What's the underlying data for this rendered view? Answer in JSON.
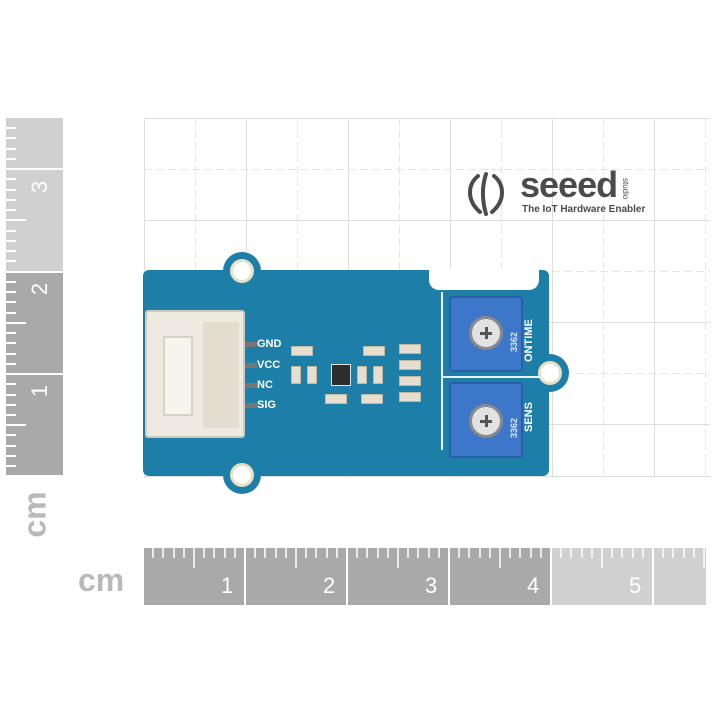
{
  "logo": {
    "brand": "seeed",
    "sub": "studio",
    "tagline": "The IoT Hardware Enabler",
    "color": "#4b4b4b"
  },
  "board": {
    "pins": [
      "GND",
      "VCC",
      "NC",
      "SIG"
    ],
    "pot_labels": [
      "ONTIME",
      "SENS"
    ],
    "pot_codes": [
      "3362",
      "3362"
    ],
    "pcb_color": "#1d7fa8"
  },
  "ruler_h": {
    "unit": "cm",
    "labels": [
      "1",
      "2",
      "3",
      "4",
      "5"
    ]
  },
  "ruler_v": {
    "unit": "cm",
    "labels": [
      "3",
      "2",
      "1"
    ]
  }
}
